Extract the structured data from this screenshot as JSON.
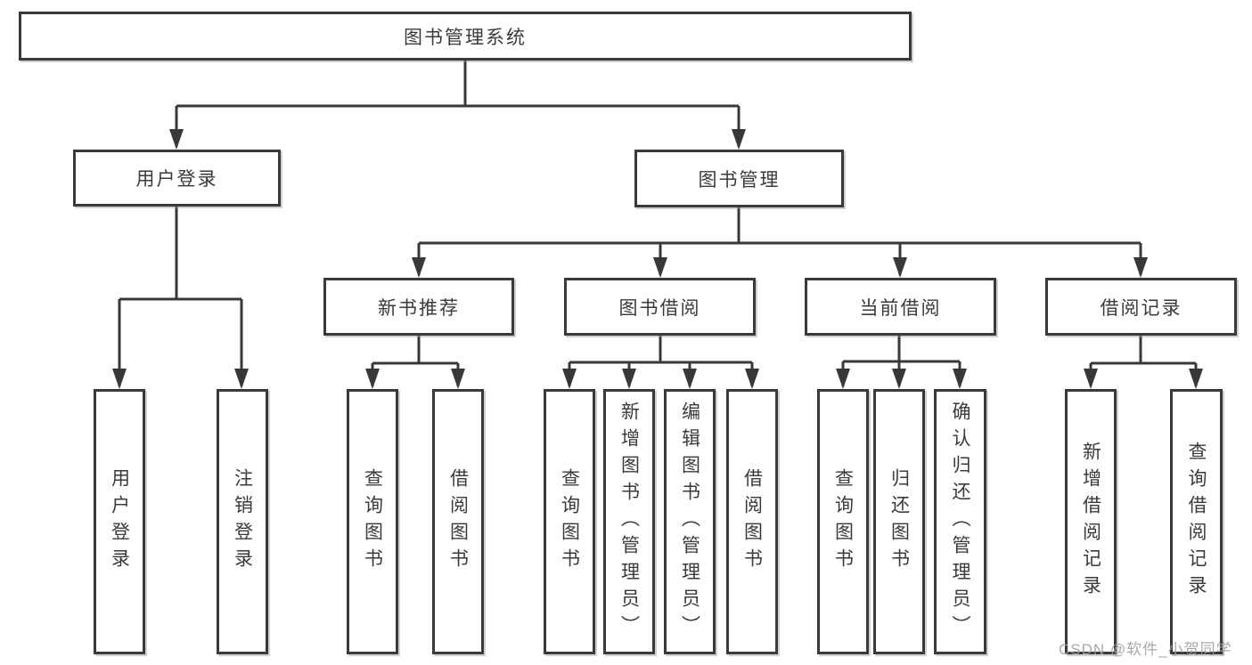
{
  "diagram": {
    "type": "functional-structure-tree",
    "colors": {
      "background": "#ffffff",
      "line": "#383838",
      "box_border": "#3a3a3a",
      "text": "#3a3a3a",
      "watermark": "#9e9e9e"
    },
    "tree": {
      "label": "图书管理系统",
      "children": [
        {
          "label": "用户登录",
          "children": [
            {
              "label": "用户登录"
            },
            {
              "label": "注销登录"
            }
          ]
        },
        {
          "label": "图书管理",
          "children": [
            {
              "label": "新书推荐",
              "children": [
                {
                  "label": "查询图书"
                },
                {
                  "label": "借阅图书"
                }
              ]
            },
            {
              "label": "图书借阅",
              "children": [
                {
                  "label": "查询图书"
                },
                {
                  "label": "新增图书（管理员）"
                },
                {
                  "label": "编辑图书（管理员）"
                },
                {
                  "label": "借阅图书"
                }
              ]
            },
            {
              "label": "当前借阅",
              "children": [
                {
                  "label": "查询图书"
                },
                {
                  "label": "归还图书"
                },
                {
                  "label": "确认归还（管理员）"
                }
              ]
            },
            {
              "label": "借阅记录",
              "children": [
                {
                  "label": "新增借阅记录"
                },
                {
                  "label": "查询借阅记录"
                }
              ]
            }
          ]
        }
      ]
    },
    "watermark": {
      "text": "CSDN @软件_小贺同学"
    }
  }
}
